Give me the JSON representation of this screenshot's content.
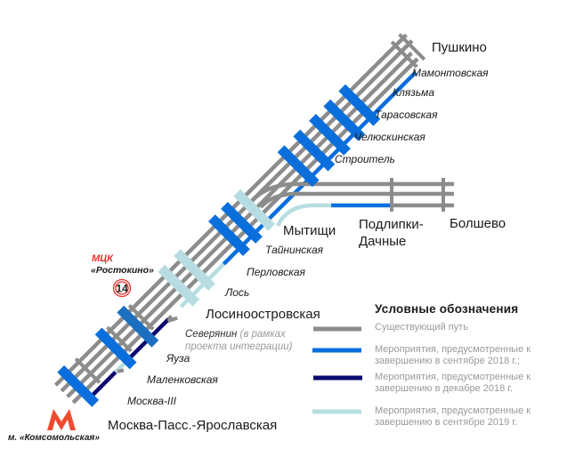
{
  "colors": {
    "existing": "#8c8c8c",
    "sep2018": "#0a6fdc",
    "dec2018": "#0a0a6e",
    "sep2019": "#b7dde2",
    "yauza_bar": "#1a6fc0",
    "mck_red": "#e8302a",
    "metro_red": "#ef4a2f"
  },
  "stations": {
    "pushkino": "Пушкино",
    "mamontovskaya": "Мамонтовская",
    "klyazma": "Клязьма",
    "tarasovskaya": "Тарасовская",
    "chelyuskinskaya": "Челюскинская",
    "stroitel": "Строитель",
    "mytishchi": "Мытищи",
    "podlipki_line1": "Подлипки-",
    "podlipki_line2": "Дачные",
    "bolshevo": "Болшево",
    "tayninskaya": "Тайнинская",
    "perlovskaya": "Перловская",
    "los": "Лось",
    "losinoostrovskaya": "Лосиноостровская",
    "yauza": "Яуза",
    "malenkovskaya": "Маленковская",
    "moskva3": "Москва-III",
    "moskva_pass": "Москва-Пасс.-Ярославская"
  },
  "severyanin": {
    "name": "Северянин",
    "note_line1": " (в рамках",
    "note_line2": "проекта интеграции)"
  },
  "mck": {
    "title": "МЦК",
    "station": "«Ростокино»",
    "line_number": "14"
  },
  "metro": {
    "icon_letter": "M",
    "station": "м. «Комсомольская»"
  },
  "legend": {
    "title": "Условные  обозначения",
    "items": [
      {
        "label": "Существующий путь",
        "color": "#8c8c8c"
      },
      {
        "label": "Мероприятия, предусмотренные к завершению в сентябре 2018 г.;",
        "color": "#0a6fdc"
      },
      {
        "label": "Мероприятия, предусмотренные к завершению в декабре 2018 г.",
        "color": "#0a0a6e"
      },
      {
        "label": "Мероприятия, предусмотренные к завершению в сентябре 2019 г.",
        "color": "#b7dde2"
      }
    ]
  },
  "crossbars": [
    {
      "at": "moskva_pass",
      "stage": "sep2018"
    },
    {
      "at": "malenkovskaya",
      "stage": "sep2018"
    },
    {
      "at": "yauza",
      "stage": "yauza_bar"
    },
    {
      "at": "los",
      "stage": "sep2019"
    },
    {
      "at": "perlovskaya",
      "stage": "sep2019"
    },
    {
      "at": "tayninskaya",
      "stage": "sep2018"
    },
    {
      "at": "tayninskaya_2",
      "stage": "sep2018"
    },
    {
      "at": "mytishchi",
      "stage": "sep2019"
    },
    {
      "at": "stroitel",
      "stage": "sep2018"
    },
    {
      "at": "chelyuskinskaya",
      "stage": "sep2018"
    },
    {
      "at": "tarasovskaya",
      "stage": "sep2018"
    },
    {
      "at": "klyazma",
      "stage": "sep2018"
    },
    {
      "at": "mamontovskaya",
      "stage": "sep2018"
    }
  ]
}
